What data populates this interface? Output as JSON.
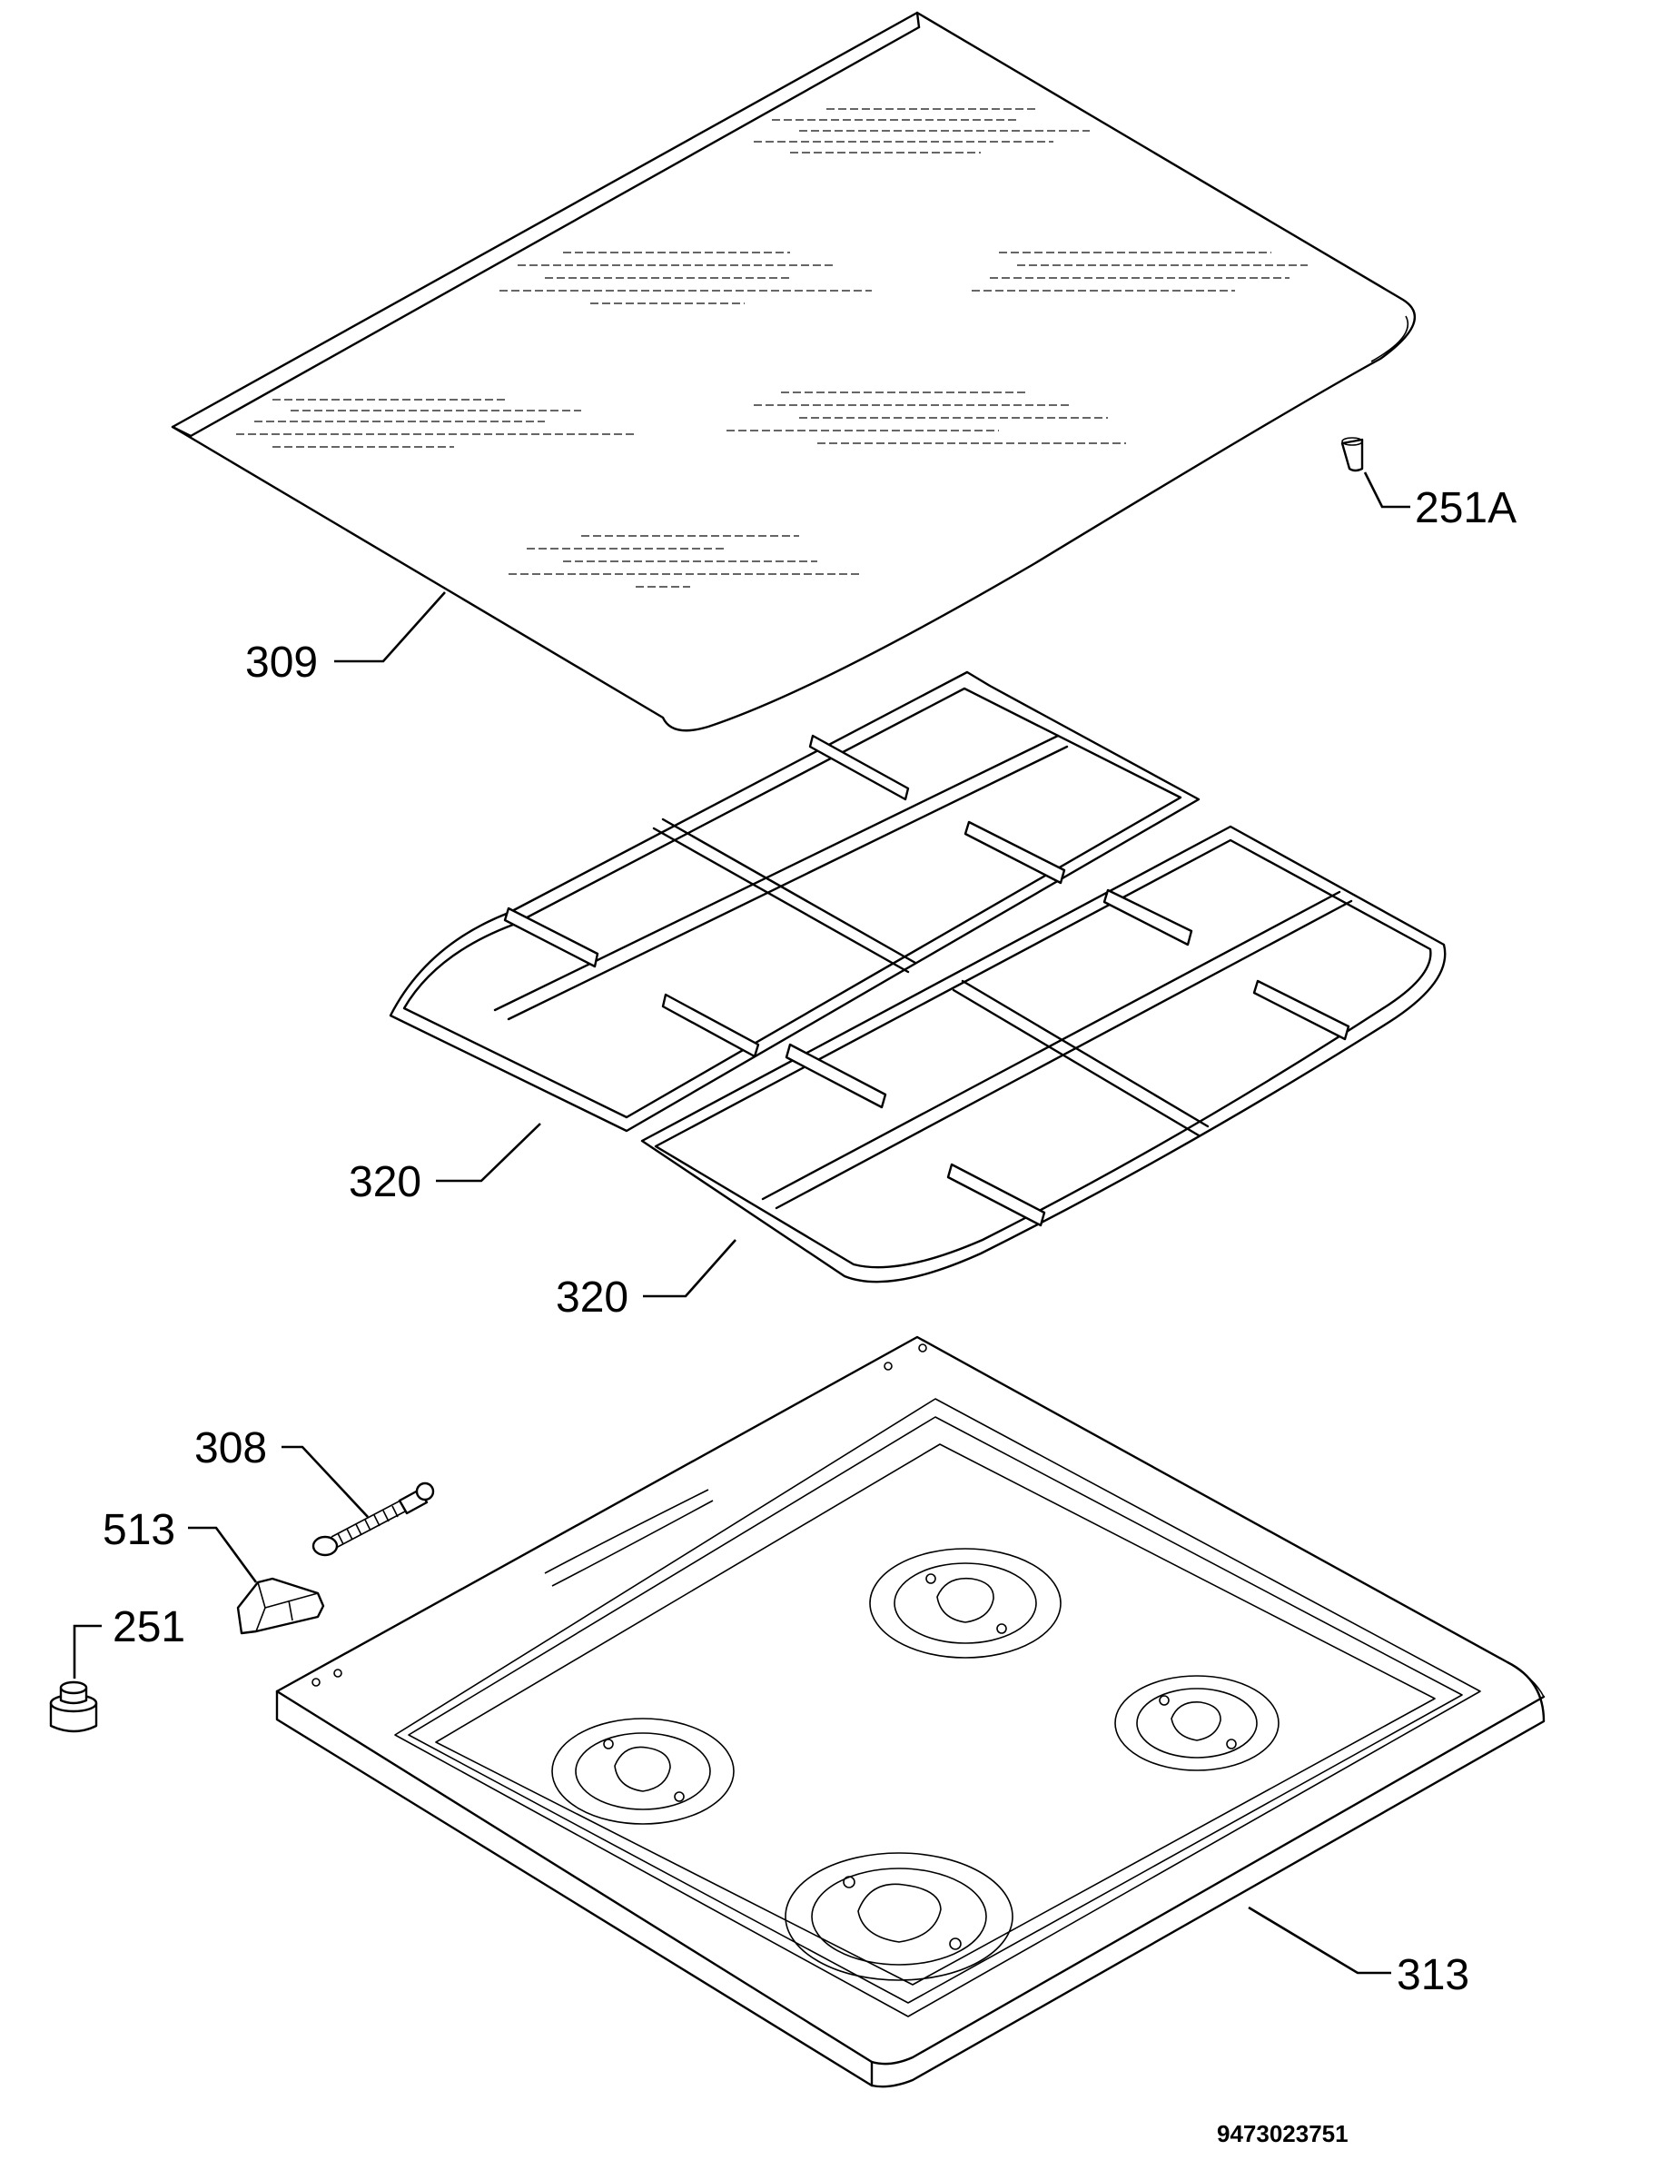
{
  "callouts": {
    "p309": "309",
    "p251a": "251A",
    "p320a": "320",
    "p320b": "320",
    "p308": "308",
    "p513": "513",
    "p251": "251",
    "p313": "313"
  },
  "document_number": "9473023751"
}
